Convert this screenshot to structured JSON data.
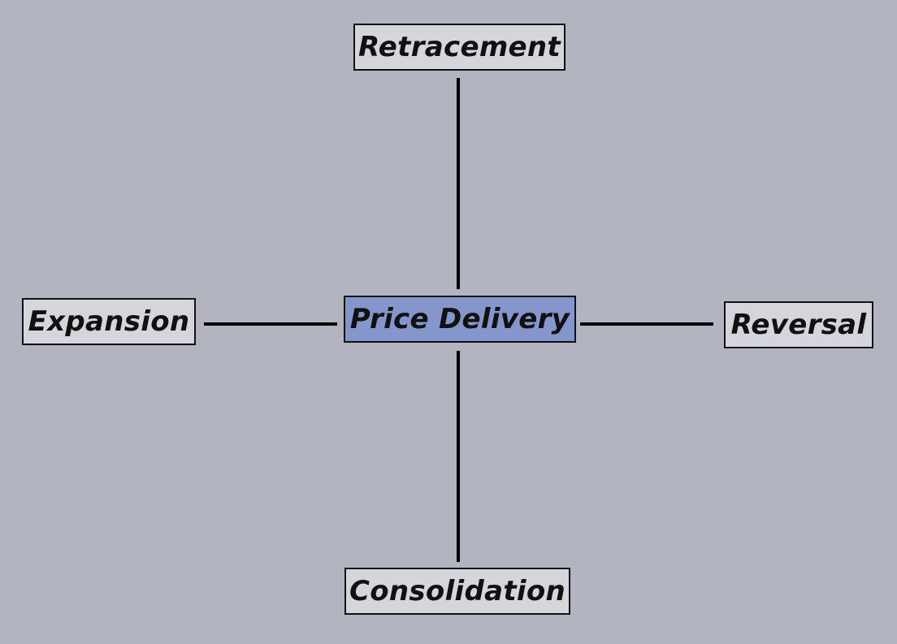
{
  "diagram": {
    "center": {
      "label": "Price Delivery",
      "fill": "#8496cc"
    },
    "top": {
      "label": "Retracement"
    },
    "left": {
      "label": "Expansion"
    },
    "right": {
      "label": "Reversal"
    },
    "bottom": {
      "label": "Consolidation"
    },
    "colors": {
      "background": "#b2b5bf",
      "node_fill": "#d4d6dc",
      "line": "#000000"
    }
  }
}
